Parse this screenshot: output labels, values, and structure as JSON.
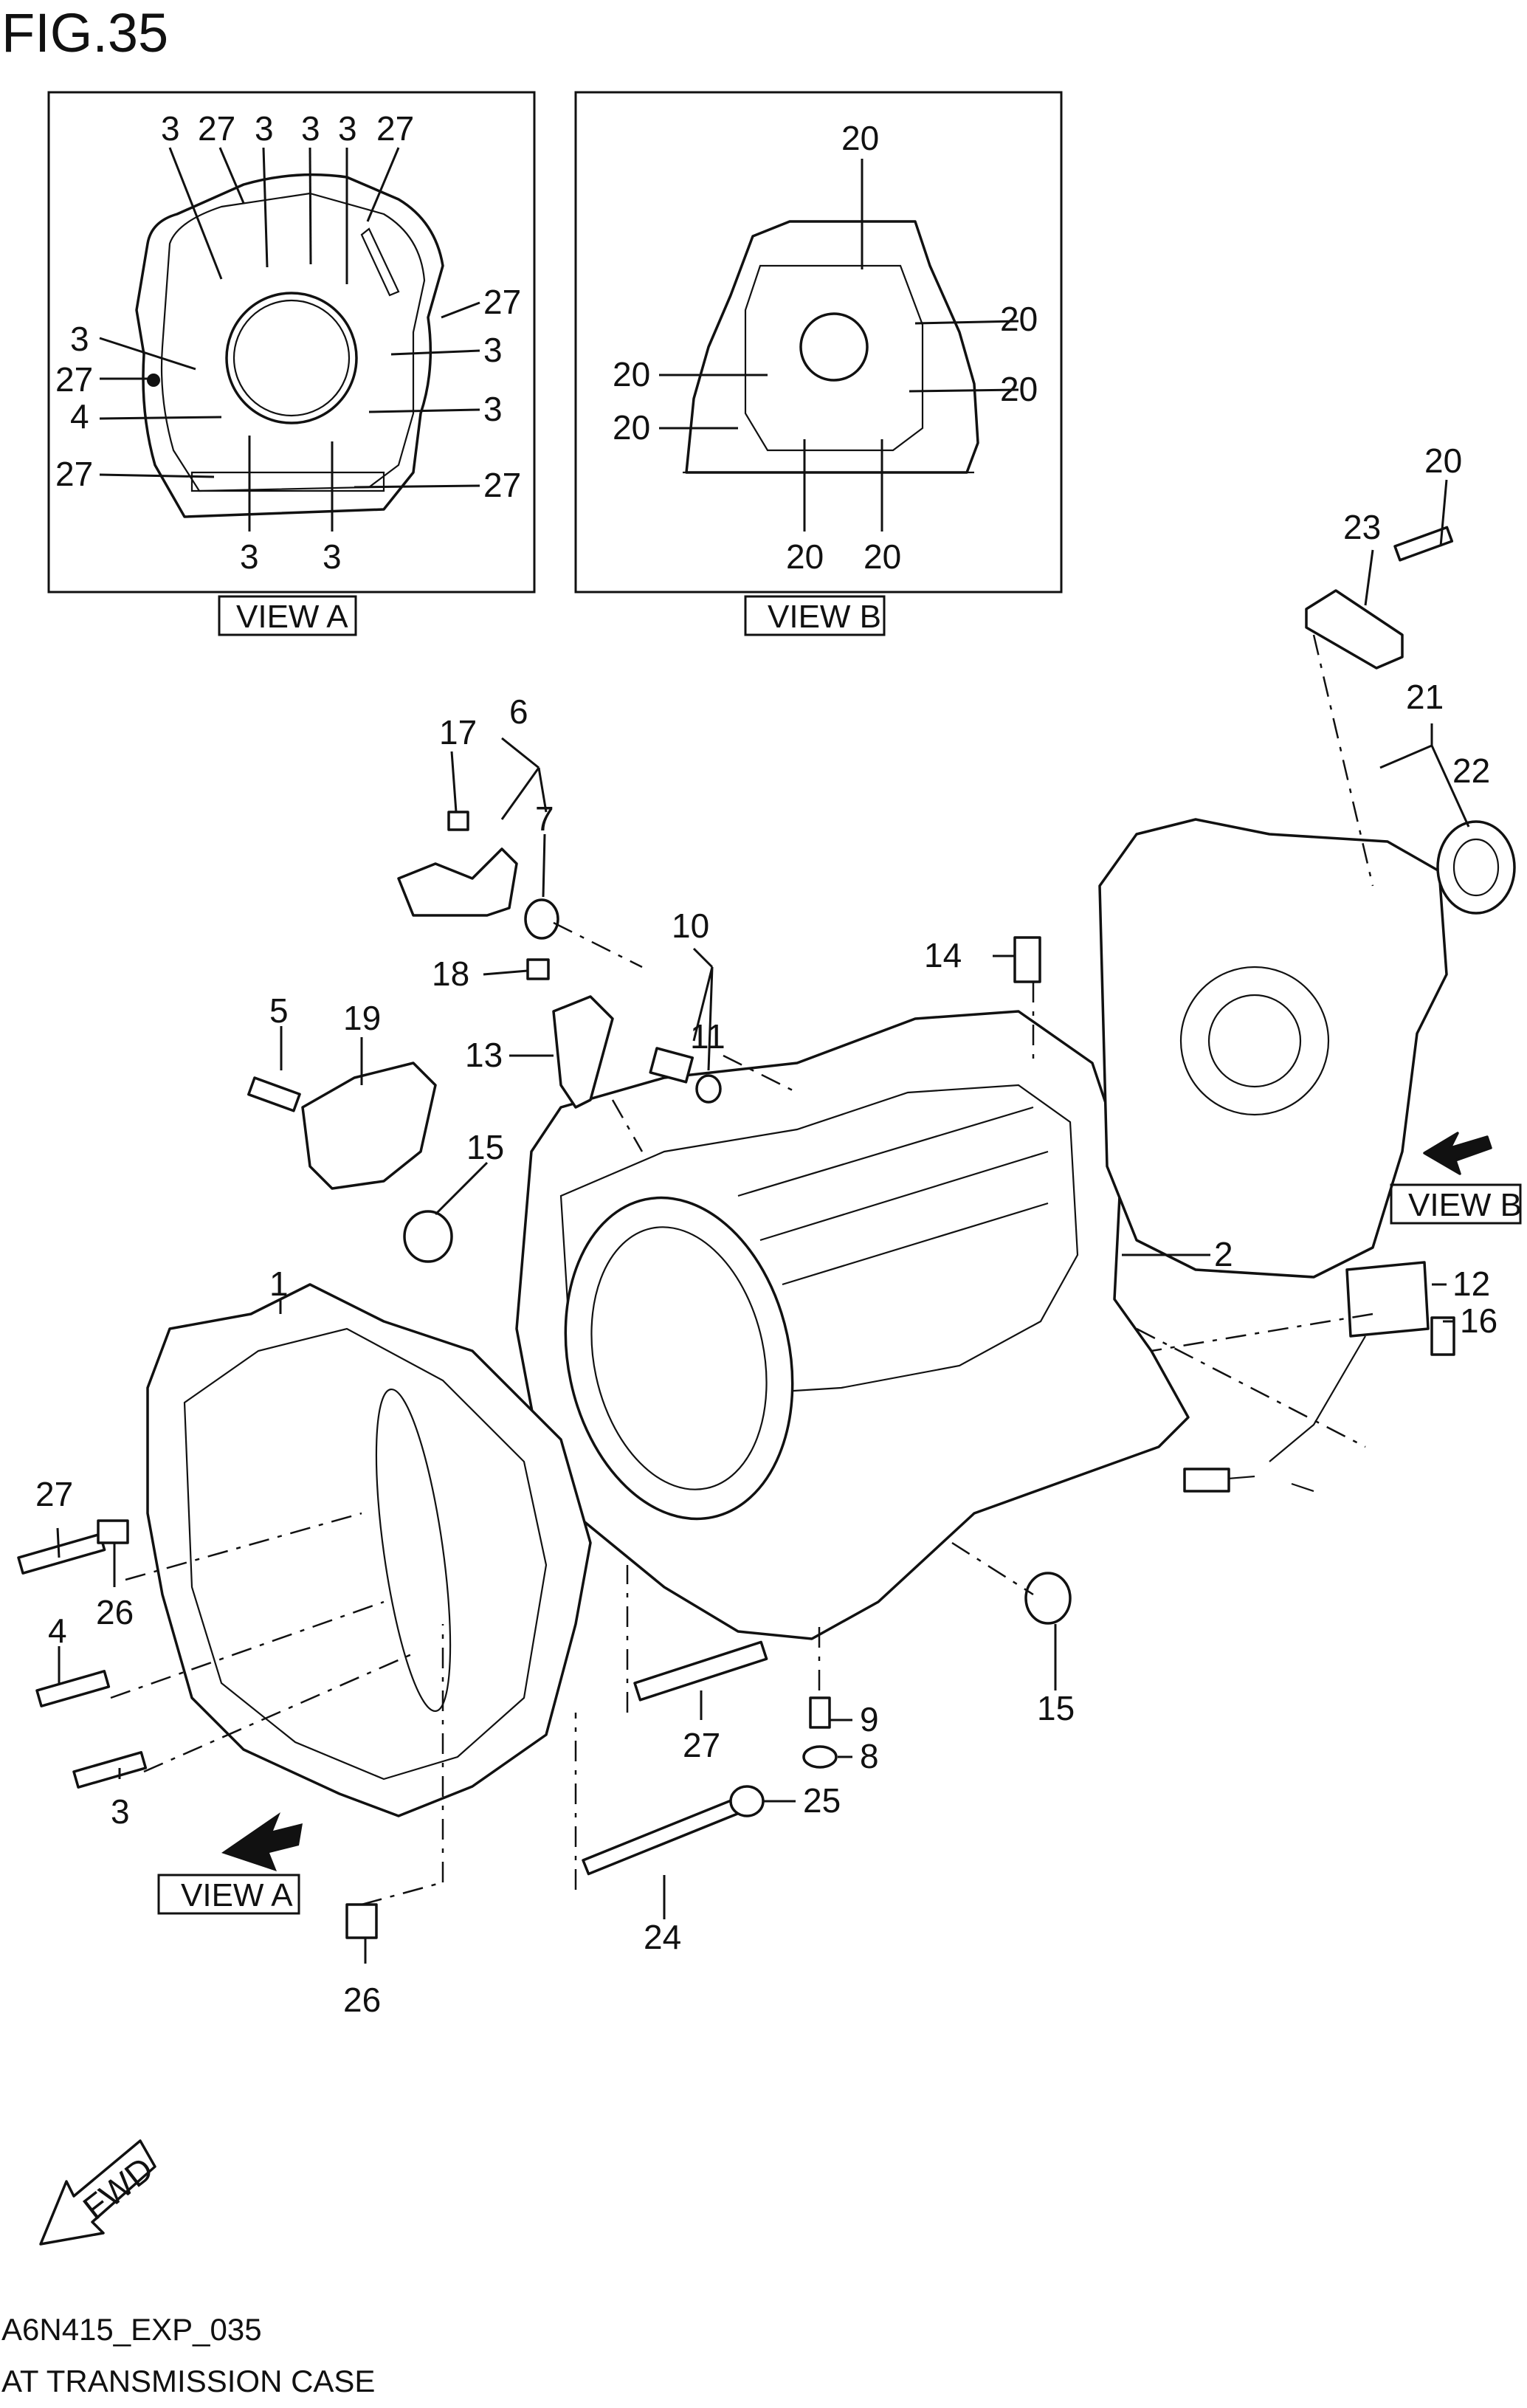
{
  "figure_label": "FIG.35",
  "views": {
    "a": {
      "label": "VIEW A",
      "callouts": [
        "3",
        "27",
        "3",
        "3",
        "3",
        "27",
        "27",
        "3",
        "27",
        "3",
        "4",
        "3",
        "27",
        "27",
        "3",
        "3"
      ]
    },
    "b": {
      "label": "VIEW B",
      "callouts": [
        "20",
        "20",
        "20",
        "20",
        "20",
        "20",
        "20"
      ]
    }
  },
  "main_view_labels": [
    "VIEW B",
    "VIEW A"
  ],
  "part_numbers": [
    "1",
    "2",
    "3",
    "4",
    "5",
    "6",
    "7",
    "8",
    "9",
    "10",
    "11",
    "12",
    "13",
    "14",
    "15",
    "15",
    "16",
    "17",
    "18",
    "19",
    "20",
    "21",
    "22",
    "23",
    "24",
    "25",
    "26",
    "26",
    "27",
    "27"
  ],
  "fwd_label": "FWD",
  "footer": {
    "code": "A6N415_EXP_035",
    "title": "AT TRANSMISSION CASE"
  }
}
